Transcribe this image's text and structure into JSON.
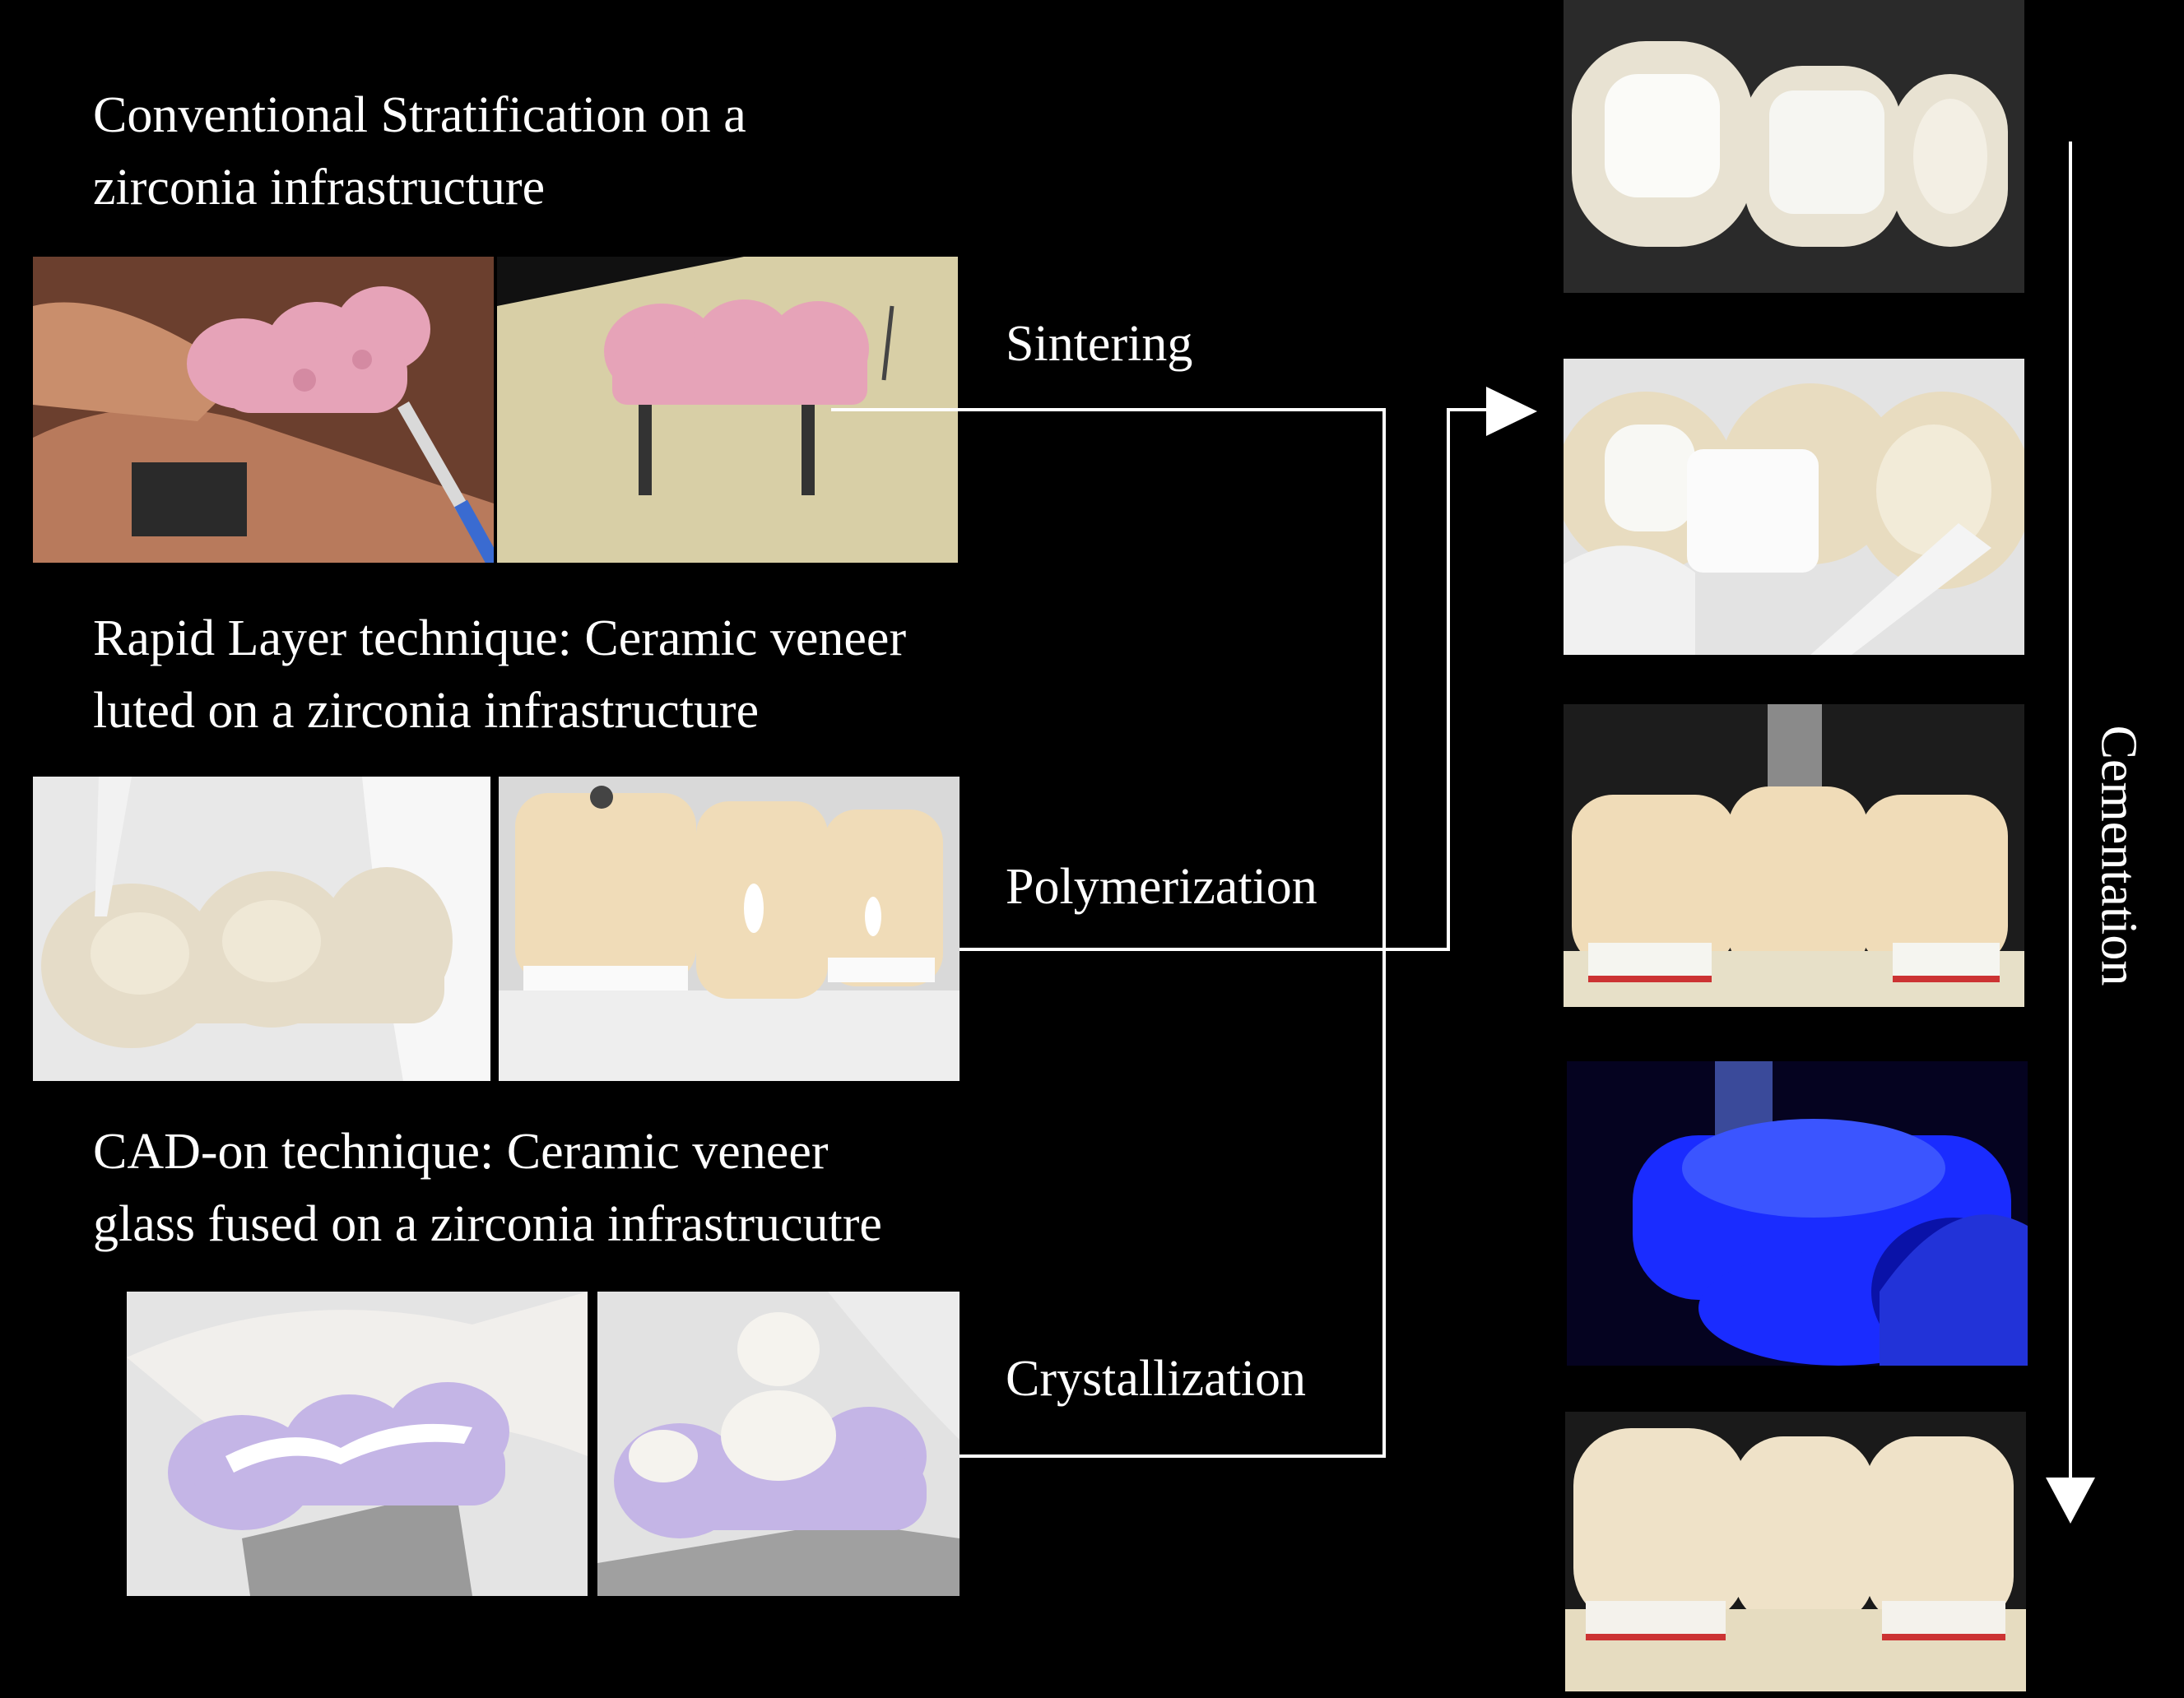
{
  "techniques": [
    {
      "heading_line1": "Conventional  Stratification  on  a",
      "heading_line2": "zirconia  infrastructure",
      "step": "Sintering"
    },
    {
      "heading_line1": "Rapid  Layer technique:  Ceramic veneer",
      "heading_line2": "luted on a zirconia  infrastructure",
      "step": "Polymerization"
    },
    {
      "heading_line1": "CAD-on technique:  Ceramic veneer",
      "heading_line2": "glass fused on  a zirconia  infrastrucutre",
      "step": "Crystallization"
    }
  ],
  "final_step": "Cementation",
  "colors": {
    "background": "#000000",
    "text": "#ffffff",
    "connector": "#ffffff",
    "sintering_ceramic": "#e6a3b8",
    "cad_on_ceramic": "#c4b5e6",
    "polymerization_light": "#1a2cff",
    "tooth_shade": "#f0dcb8"
  },
  "icons": {
    "flow_arrow": "arrow-right-icon",
    "cementation_arrow": "arrow-down-icon"
  }
}
